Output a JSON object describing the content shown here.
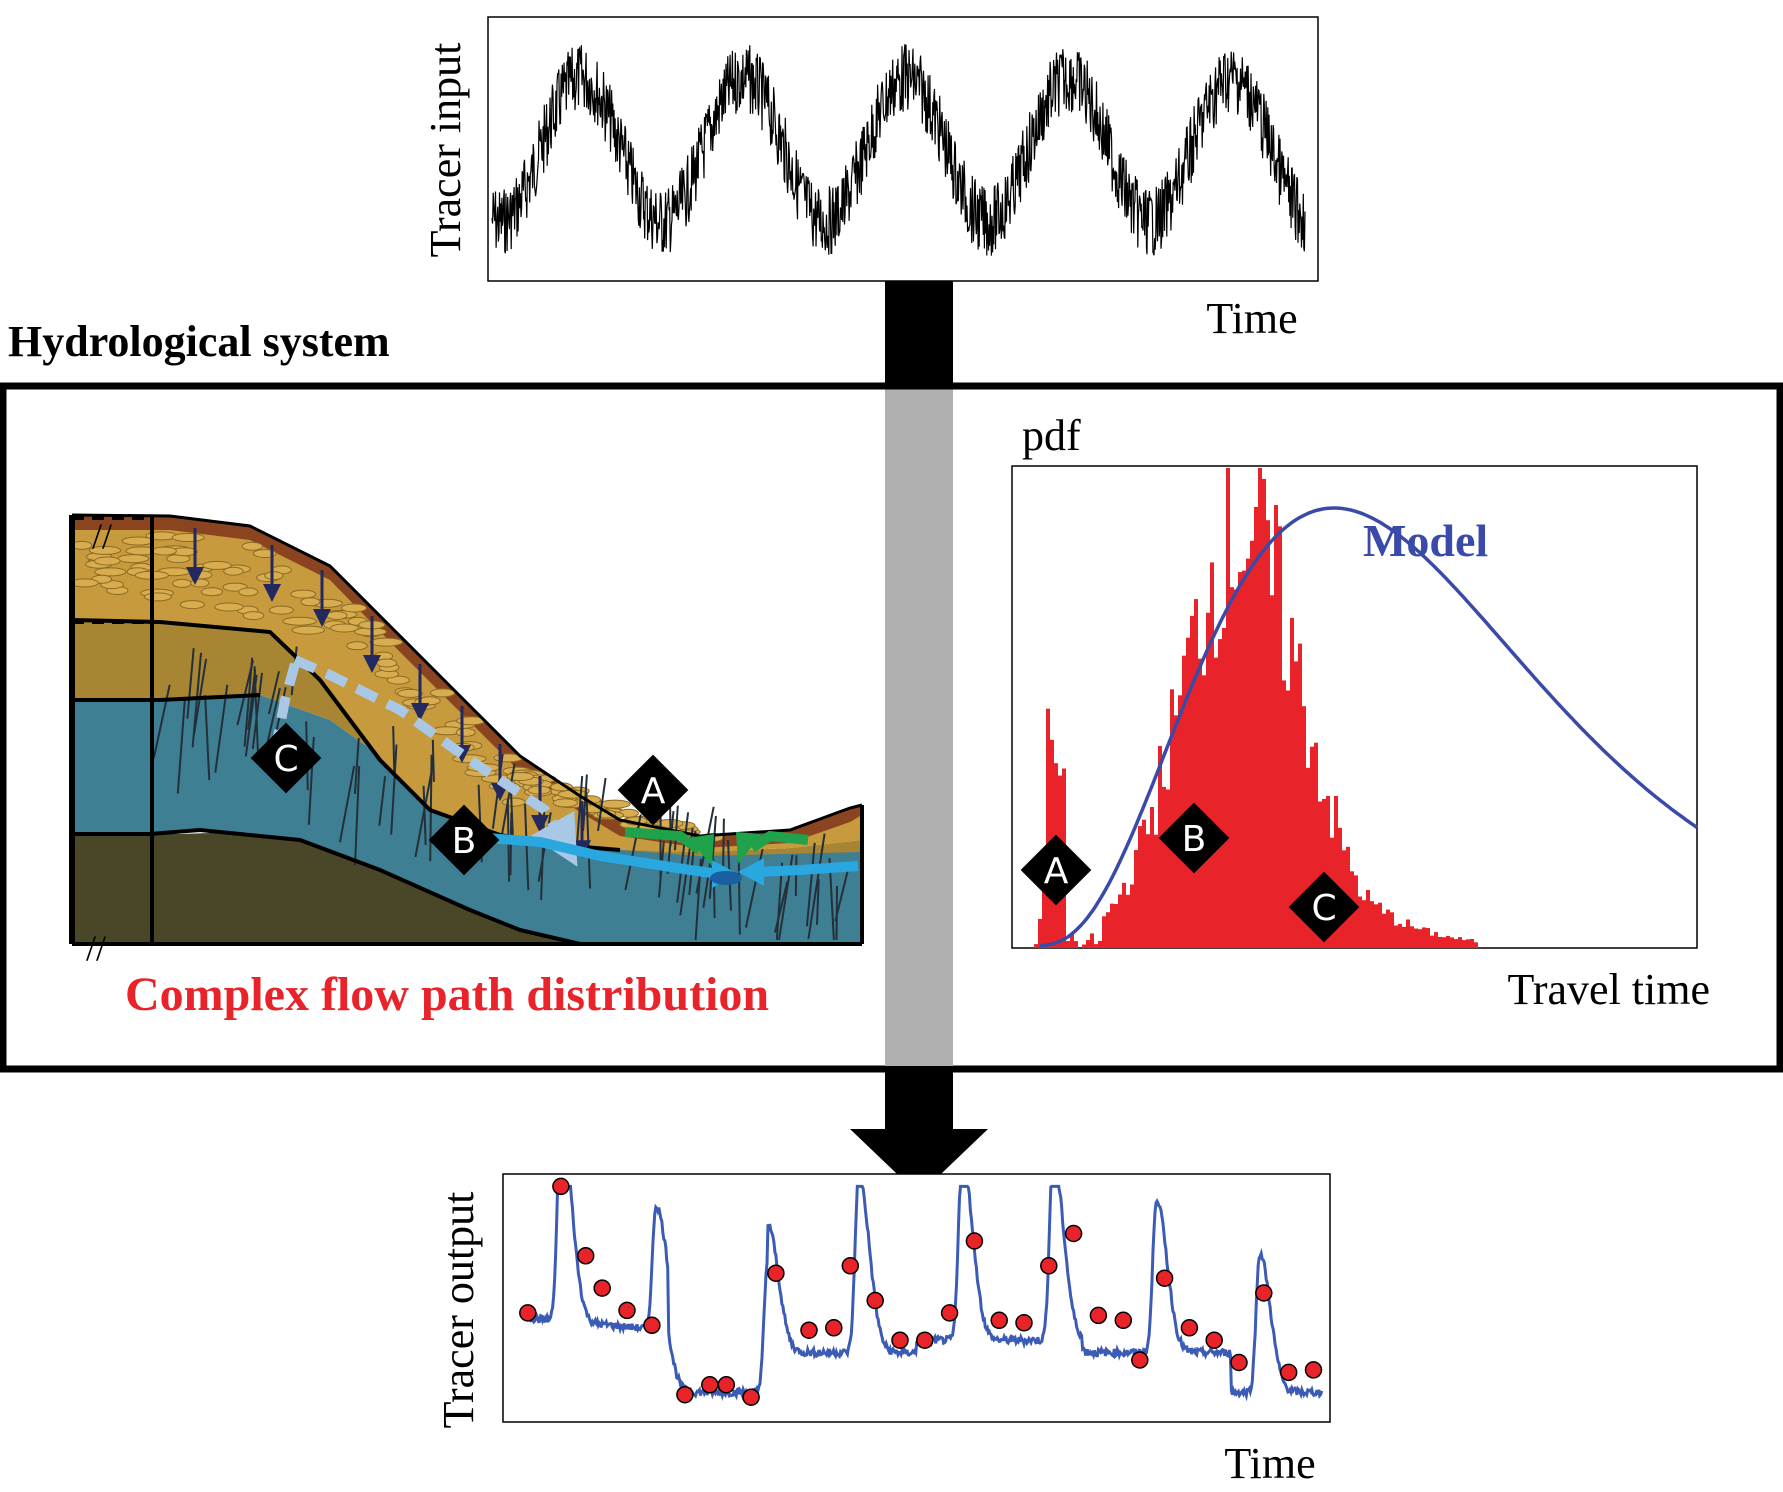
{
  "input_panel": {
    "ylabel": "Tracer input",
    "xlabel": "Time",
    "cycles": 5
  },
  "system": {
    "title": "Hydrological system",
    "caption": "Complex flow path distribution",
    "markers": [
      "A",
      "B",
      "C"
    ]
  },
  "pdf_panel": {
    "ylabel": "pdf",
    "xlabel": "Travel time",
    "model_label": "Model",
    "markers": [
      "A",
      "B",
      "C"
    ]
  },
  "output_panel": {
    "ylabel": "Tracer output",
    "xlabel": "Time"
  },
  "colors": {
    "histogram": "#e8242a",
    "model": "#3a4aa8",
    "observed_points": "#e8242a",
    "simulated_line": "#3b5bb5",
    "water_table": "#3f7f93",
    "soil": "#a88533",
    "bedrock": "#4a4628",
    "green_arrow": "#1fa24a",
    "blue_arrow": "#29a8e0",
    "connector_gray": "#b0b0b0"
  },
  "chart_data": [
    {
      "type": "line",
      "name": "tracer-input",
      "title": "",
      "xlabel": "Time",
      "ylabel": "Tracer input",
      "series": [
        {
          "values": "sinusoidal signal with high-frequency noise, 5 cycles"
        }
      ]
    },
    {
      "type": "bar",
      "name": "travel-time-pdf",
      "xlabel": "Travel time",
      "ylabel": "pdf",
      "series": [
        {
          "name": "Model",
          "distribution": "right-skewed unimodal curve"
        }
      ]
    },
    {
      "type": "line",
      "name": "tracer-output",
      "xlabel": "Time",
      "ylabel": "Tracer output",
      "observed_points": [
        [
          0.03,
          0.44
        ],
        [
          0.07,
          0.95
        ],
        [
          0.1,
          0.67
        ],
        [
          0.12,
          0.54
        ],
        [
          0.15,
          0.45
        ],
        [
          0.18,
          0.39
        ],
        [
          0.22,
          0.11
        ],
        [
          0.25,
          0.15
        ],
        [
          0.27,
          0.15
        ],
        [
          0.3,
          0.1
        ],
        [
          0.33,
          0.6
        ],
        [
          0.37,
          0.37
        ],
        [
          0.4,
          0.38
        ],
        [
          0.42,
          0.63
        ],
        [
          0.45,
          0.49
        ],
        [
          0.48,
          0.33
        ],
        [
          0.51,
          0.33
        ],
        [
          0.54,
          0.44
        ],
        [
          0.57,
          0.73
        ],
        [
          0.6,
          0.41
        ],
        [
          0.63,
          0.4
        ],
        [
          0.66,
          0.63
        ],
        [
          0.69,
          0.76
        ],
        [
          0.72,
          0.43
        ],
        [
          0.75,
          0.41
        ],
        [
          0.77,
          0.25
        ],
        [
          0.8,
          0.58
        ],
        [
          0.83,
          0.38
        ],
        [
          0.86,
          0.33
        ],
        [
          0.89,
          0.24
        ],
        [
          0.92,
          0.52
        ],
        [
          0.95,
          0.2
        ],
        [
          0.98,
          0.21
        ]
      ]
    }
  ]
}
